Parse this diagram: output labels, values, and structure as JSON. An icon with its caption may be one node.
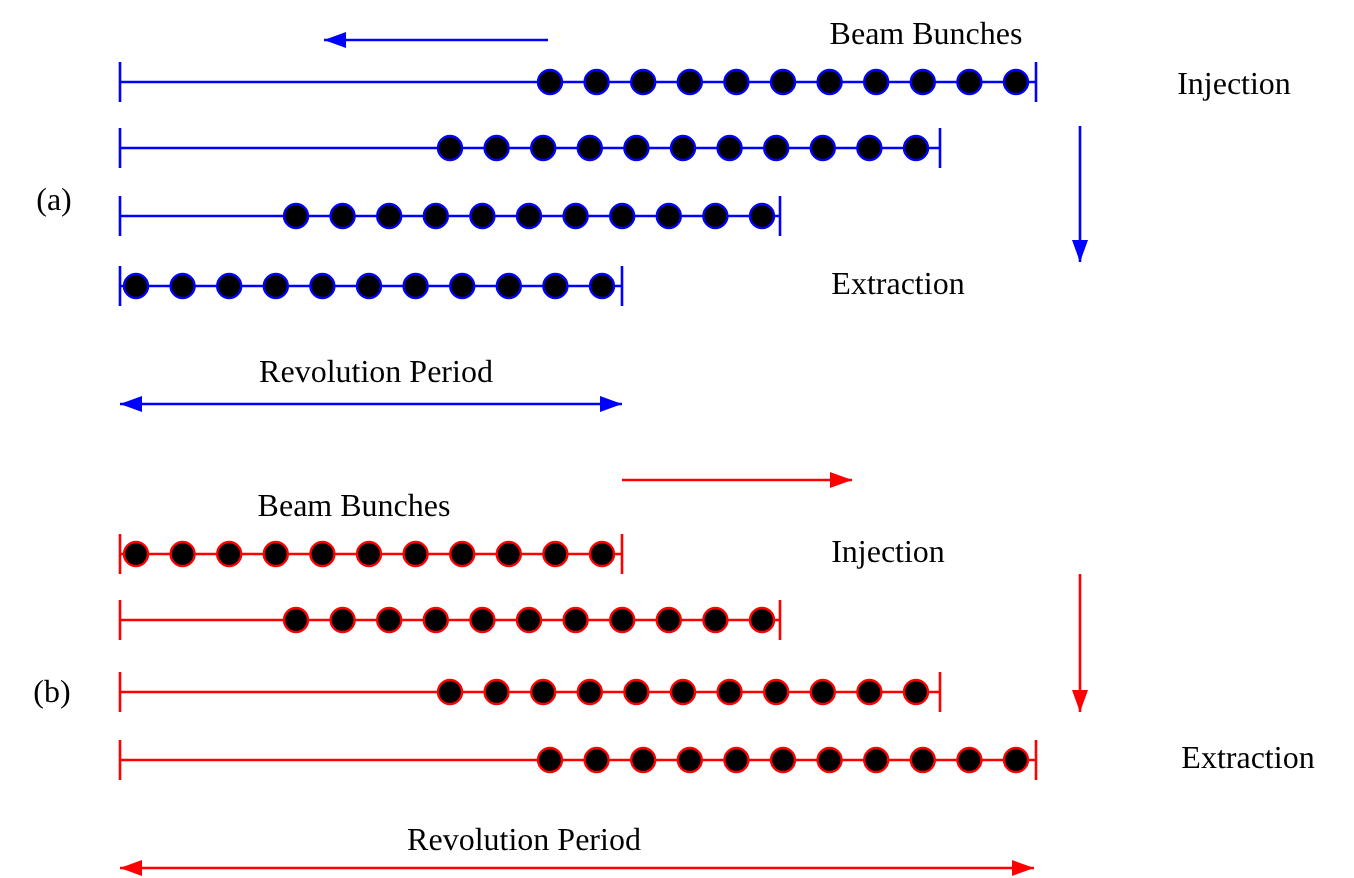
{
  "diagram": {
    "labels": [
      "Beam Bunches",
      "Injection",
      "(a)",
      "Extraction",
      "Revolution Period",
      "Beam Bunches",
      "Injection",
      "(b)",
      "Extraction",
      "Revolution Period"
    ]
  }
}
